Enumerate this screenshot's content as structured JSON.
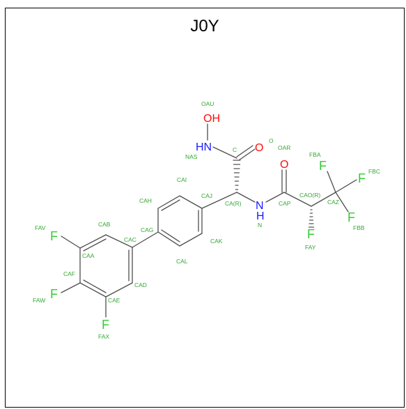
{
  "title": "J0Y",
  "colors": {
    "carbon_bond": "#4d4d4d",
    "carbon_label": "#33a833",
    "fluorine": "#33cc33",
    "oxygen": "#ff0d0d",
    "nitrogen": "#1a1aff",
    "frame": "#000000"
  },
  "elements": {
    "O": "O",
    "OH": "OH",
    "HN": "HN",
    "NH_N": "N",
    "NH_H": "H",
    "F": "F"
  },
  "atom_labels": {
    "OAU": "OAU",
    "NAS": "NAS",
    "C": "C",
    "O": "O",
    "OAR": "OAR",
    "CAI": "CAI",
    "CAJ": "CAJ",
    "CAH": "CAH",
    "CA_R": "CA(R)",
    "N": "N",
    "CAP": "CAP",
    "CAO_R": "CAO(R)",
    "CAZ": "CAZ",
    "FBA": "FBA",
    "FBC": "FBC",
    "FBB": "FBB",
    "FAY": "FAY",
    "CAG": "CAG",
    "CAK": "CAK",
    "CAL": "CAL",
    "CAB": "CAB",
    "CAC": "CAC",
    "FAV": "FAV",
    "CAA": "CAA",
    "CAF": "CAF",
    "CAD": "CAD",
    "CAE": "CAE",
    "FAW": "FAW",
    "FAX": "FAX"
  }
}
